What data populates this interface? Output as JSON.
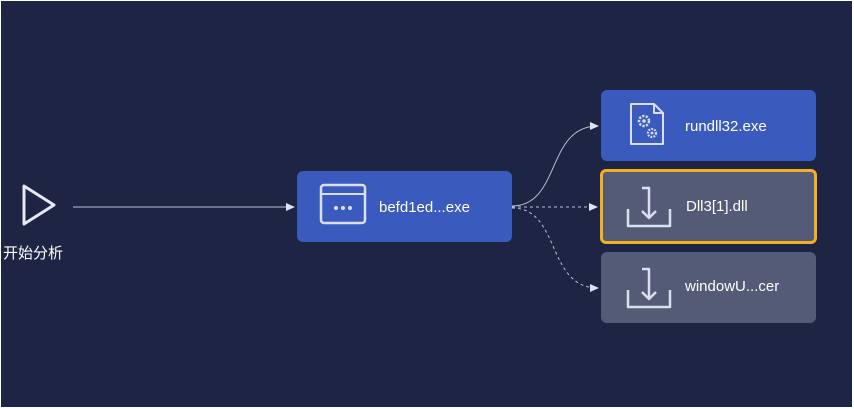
{
  "start": {
    "label": "开始分析",
    "icon": "play-outline-icon"
  },
  "nodes": {
    "main": {
      "label": "befd1ed...exe",
      "icon": "browser-window-icon"
    },
    "rundll": {
      "label": "rundll32.exe",
      "icon": "settings-file-icon"
    },
    "dll": {
      "label": "Dll3[1].dll",
      "icon": "download-tray-icon"
    },
    "window": {
      "label": "windowU...cer",
      "icon": "download-tray-icon"
    }
  },
  "colors": {
    "background": "#1d2444",
    "process_node": "#3a5bbd",
    "file_node": "#545b77",
    "selected_border": "#f5b01e",
    "edge": "#b8bfd6"
  }
}
